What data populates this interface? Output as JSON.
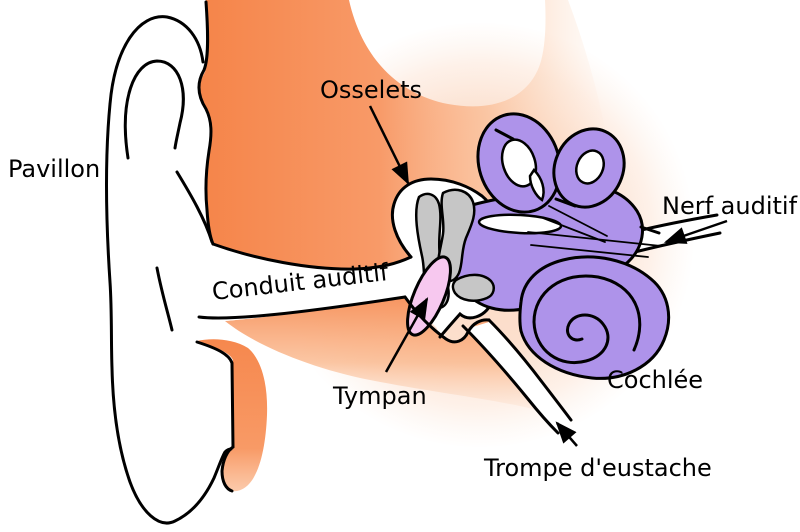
{
  "diagram": {
    "labels": {
      "pavillon": "Pavillon",
      "osselets": "Osselets",
      "conduit_auditif": "Conduit auditif",
      "tympan": "Tympan",
      "nerf_auditif": "Nerf auditif",
      "cochlee": "Cochlée",
      "trompe_eustache": "Trompe d'eustache"
    },
    "colors": {
      "background": "#FFFFFF",
      "skin_orange": "#F5854A",
      "skin_peach": "#FBD7C0",
      "inner_ear_purple": "#AE93EA",
      "tympan_pink": "#F7C8EF",
      "ossicles_gray": "#C6C6C6",
      "outline": "#000000"
    }
  }
}
